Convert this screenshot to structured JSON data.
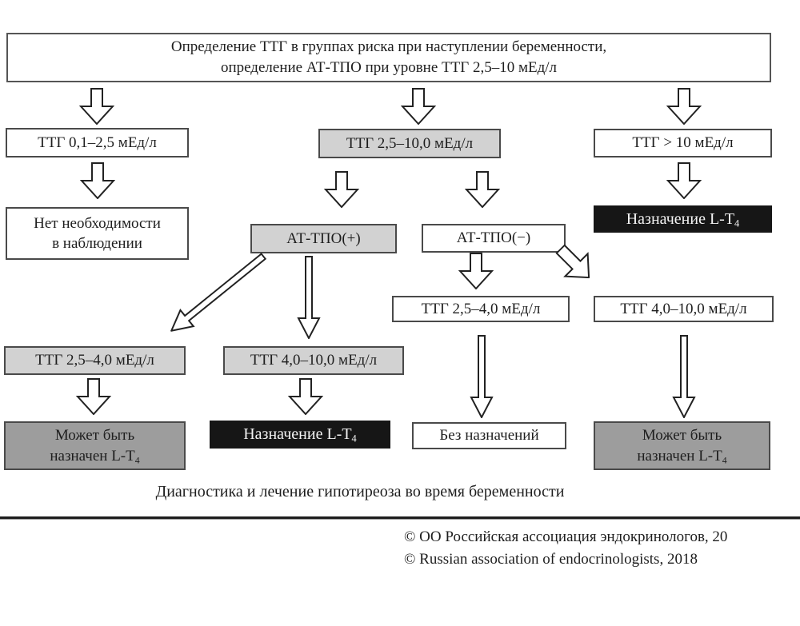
{
  "title": {
    "line1": "Определение ТТГ в группах риска при наступлении беременности,",
    "line2": "определение АТ-ТПО при уровне ТТГ 2,5–10 мЕд/л"
  },
  "nodes": {
    "tsh_low": {
      "label": "ТТГ 0,1–2,5 мЕд/л"
    },
    "tsh_mid": {
      "label": "ТТГ 2,5–10,0 мЕд/л"
    },
    "tsh_high": {
      "label": "ТТГ > 10 мЕд/л"
    },
    "no_observation": {
      "line1": "Нет необходимости",
      "line2": "в наблюдении"
    },
    "tpo_positive": {
      "label": "АТ-ТПО(+)"
    },
    "tpo_negative": {
      "label": "АТ-ТПО(−)"
    },
    "prescribe_top": {
      "label": "Назначение L-T",
      "sub": "4"
    },
    "tsh_25_40_left": {
      "label": "ТТГ 2,5–4,0 мЕд/л"
    },
    "tsh_40_100_left": {
      "label": "ТТГ 4,0–10,0 мЕд/л"
    },
    "tsh_25_40_right": {
      "label": "ТТГ 2,5–4,0 мЕд/л"
    },
    "tsh_40_100_right": {
      "label": "ТТГ 4,0–10,0 мЕд/л"
    },
    "maybe_prescribed_left": {
      "line1": "Может быть",
      "line2": "назначен L-T",
      "sub": "4"
    },
    "prescribe_bottom": {
      "label": "Назначение L-T",
      "sub": "4"
    },
    "no_prescription": {
      "label": "Без назначений"
    },
    "maybe_prescribed_right": {
      "line1": "Может быть",
      "line2": "назначен L-T",
      "sub": "4"
    }
  },
  "caption": "Диагностика и лечение гипотиреоза во время беременности",
  "footer": {
    "line1": "© ОО Российская ассоциация эндокринологов, 20",
    "line2": "© Russian association of endocrinologists, 2018"
  },
  "colors": {
    "box_light_gray": "#d2d2d2",
    "box_medium_gray": "#9d9d9d",
    "box_black": "#161616",
    "box_border": "#4a4a4a"
  }
}
